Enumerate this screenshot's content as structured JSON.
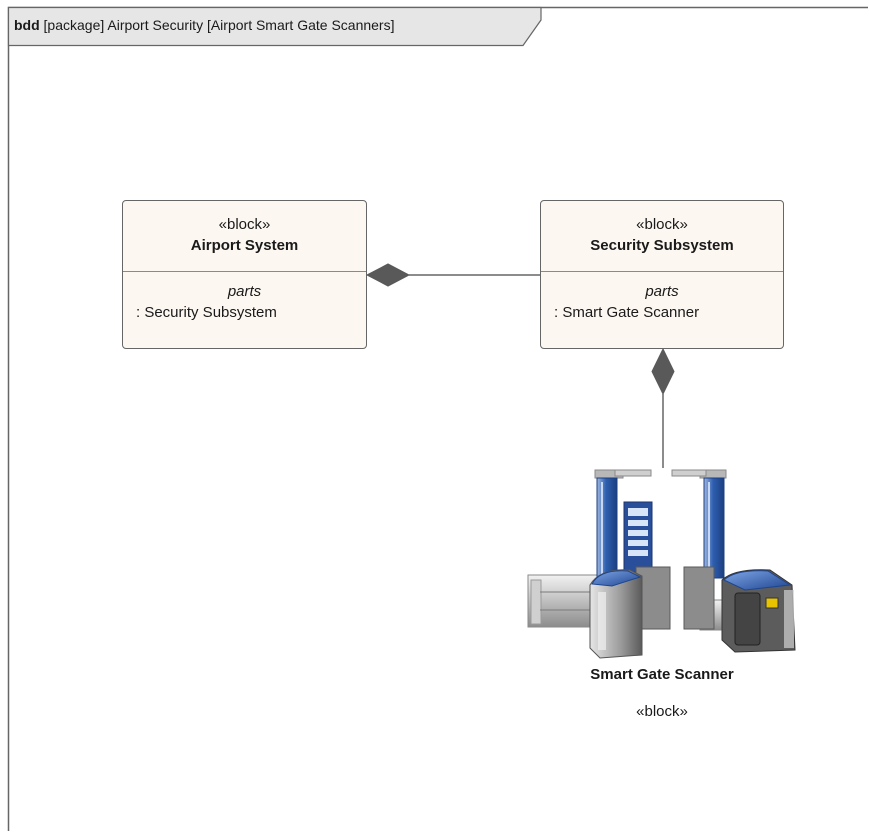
{
  "frame": {
    "keyword": "bdd",
    "title": " [package] Airport Security [Airport Smart Gate Scanners]"
  },
  "blocks": [
    {
      "stereotype": "«block»",
      "name": "Airport System",
      "compartment": "parts",
      "parts": [
        ": Security Subsystem"
      ]
    },
    {
      "stereotype": "«block»",
      "name": "Security Subsystem",
      "compartment": "parts",
      "parts": [
        ": Smart Gate Scanner"
      ]
    }
  ],
  "scanner": {
    "name": "Smart Gate Scanner",
    "stereotype": "«block»"
  },
  "colors": {
    "block_fill": "#fcf7f1",
    "block_border": "#666666",
    "tab_fill": "#e6e6e6",
    "connector": "#666666",
    "composite_diamond": "#595959",
    "pillar_blue": "#2e5fb0",
    "gate_gray": "#8c8c8c"
  },
  "relationships": [
    {
      "type": "composition",
      "whole": "Airport System",
      "part": "Security Subsystem"
    },
    {
      "type": "composition",
      "whole": "Security Subsystem",
      "part": "Smart Gate Scanner"
    }
  ]
}
